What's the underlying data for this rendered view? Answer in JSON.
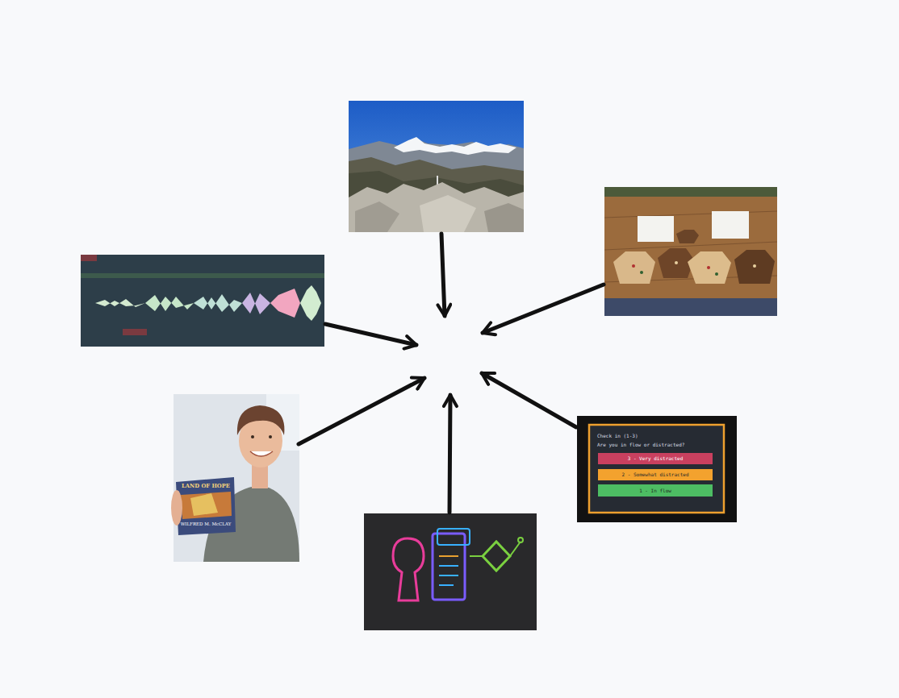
{
  "diagram": {
    "labels": [
      "Check in (1-3)",
      "Are you in flow or distracted?",
      "3 - Very distracted",
      "2 - Somewhat distracted",
      "1 - In flow",
      "LAND OF HOPE",
      "WILFRED M. McCLAY"
    ]
  }
}
